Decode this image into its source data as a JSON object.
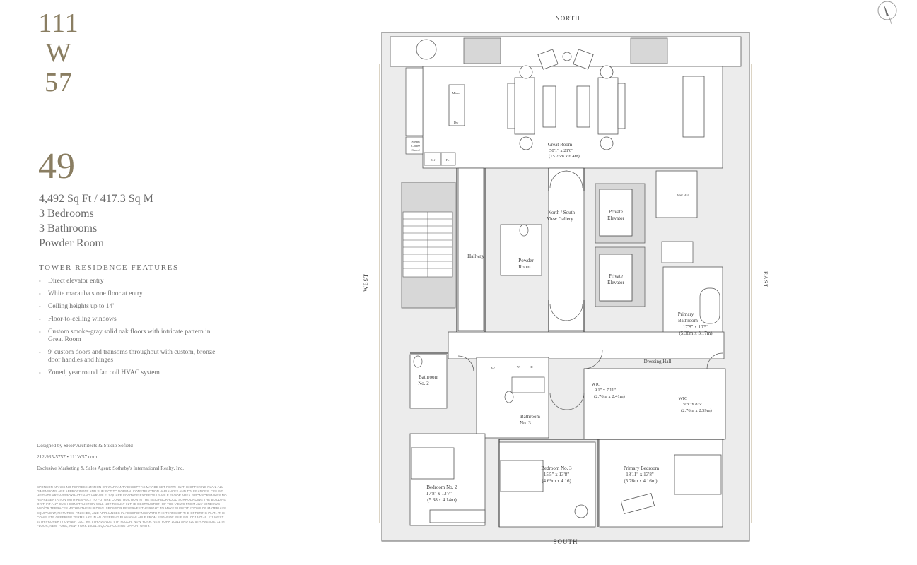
{
  "logo": {
    "line1": "111",
    "line2": "W",
    "line3": "57"
  },
  "residence": {
    "number": "49",
    "area": "4,492 Sq Ft / 417.3 Sq M",
    "bedrooms": "3 Bedrooms",
    "bathrooms": "3 Bathrooms",
    "powder": "Powder Room"
  },
  "features": {
    "title": "TOWER RESIDENCE FEATURES",
    "items": [
      "Direct elevator entry",
      "White macauba stone floor at entry",
      "Ceiling heights up to 14'",
      "Floor-to-ceiling windows",
      "Custom smoke-gray solid oak floors with intricate pattern in Great Room",
      "9' custom doors and transoms throughout with custom, bronze door handles and hinges",
      "Zoned, year round fan coil HVAC system"
    ]
  },
  "credits": {
    "designers": "Designed by SHoP Architects & Studio Sofield",
    "contact": "212-935-5757  •  111W57.com",
    "agent": "Exclusive Marketing & Sales Agent: Sotheby's International Realty, Inc."
  },
  "disclaimer": "SPONSOR MAKES NO REPRESENTATION OR WARRANTY EXCEPT AS MAY BE SET FORTH IN THE OFFERING PLAN. ALL DIMENSIONS ARE APPROXIMATE AND SUBJECT TO NORMAL CONSTRUCTION VARIANCES AND TOLERANCES. CEILING HEIGHTS ARE APPROXIMATE AND VARIABLE. SQUARE FOOTAGE EXCEEDS USABLE FLOOR AREA. SPONSOR MAKES NO REPRESENTATION WITH RESPECT TO FUTURE CONSTRUCTION IN THE NEIGHBORHOOD SURROUNDING THE BUILDING OR THAT ANY SUCH CONSTRUCTION WILL NOT RESULT IN THE OBSTRUCTION OF THE VIEWS FROM ANY WINDOWS AND/OR TERRACES WITHIN THE BUILDING. SPONSOR RESERVES THE RIGHT TO MAKE SUBSTITUTIONS OF MATERIALS, EQUIPMENT, FIXTURES, FINISHES, AND APPLIANCES IN ACCORDANCE WITH THE TERMS OF THE OFFERING PLAN. THE COMPLETE OFFERING TERMS ARE IN AN OFFERING PLAN AVAILABLE FROM SPONSOR. FILE NO. CD13-0146. 111 WEST 57TH PROPERTY OWNER LLC, 904 5TH AVENUE, 9TH FLOOR, NEW YORK, NEW YORK 10011 AND 220 5TH AVENUE, 11TH FLOOR, NEW YORK, NEW YORK 10001. EQUAL HOUSING OPPORTUNITY.",
  "orientation": {
    "north": "NORTH",
    "south": "SOUTH",
    "east": "EAST",
    "west": "WEST"
  },
  "rooms": {
    "great_room": {
      "name": "Great Room",
      "dim1": "50'1\" x 21'0\"",
      "dim2": "(15.26m x 6.4m)"
    },
    "gallery_1": "North / South",
    "gallery_2": "View Gallery",
    "hallway": "Hallway",
    "powder_1": "Powder",
    "powder_2": "Room",
    "elevator_1_a": "Private",
    "elevator_1_b": "Elevator",
    "elevator_2_a": "Private",
    "elevator_2_b": "Elevator",
    "wet_bar": "Wet Bar",
    "primary_bath": {
      "name1": "Primary",
      "name2": "Bathroom",
      "dim1": "17'8\" x 10'5\"",
      "dim2": "(5.38m x 3.17m)"
    },
    "dressing_hall": "Dressing Hall",
    "wic1": {
      "name": "WIC",
      "dim1": "9'1\" x 7'11\"",
      "dim2": "(2.76m x 2.41m)"
    },
    "wic2": {
      "name": "WIC",
      "dim1": "9'8\" x 8'6\"",
      "dim2": "(2.76m x 2.59m)"
    },
    "bath2_1": "Bathroom",
    "bath2_2": "No. 2",
    "bath3_1": "Bathroom",
    "bath3_2": "No. 3",
    "bed2": {
      "name": "Bedroom No. 2",
      "dim1": "17'8\" x 13'7\"",
      "dim2": "(5.38 x 4.14m)"
    },
    "bed3": {
      "name": "Bedroom No. 3",
      "dim1": "15'5\" x 13'8\"",
      "dim2": "(4.69m x 4.16)"
    },
    "primary_bed": {
      "name": "Primary Bedroom",
      "dim1": "18'11\" x 13'8\"",
      "dim2": "(5.76m x 4.16m)"
    },
    "kitchen": {
      "label1": "Steam",
      "label2": "Coffee",
      "label3": "Speed",
      "ref": "Ref",
      "fz": "Fz",
      "micro": "Micro",
      "dw": "Dw",
      "av": "AV",
      "w": "W",
      "d": "D"
    }
  },
  "colors": {
    "accent": "#8a7e62",
    "wall": "#d7d7d7",
    "line": "#444444"
  }
}
